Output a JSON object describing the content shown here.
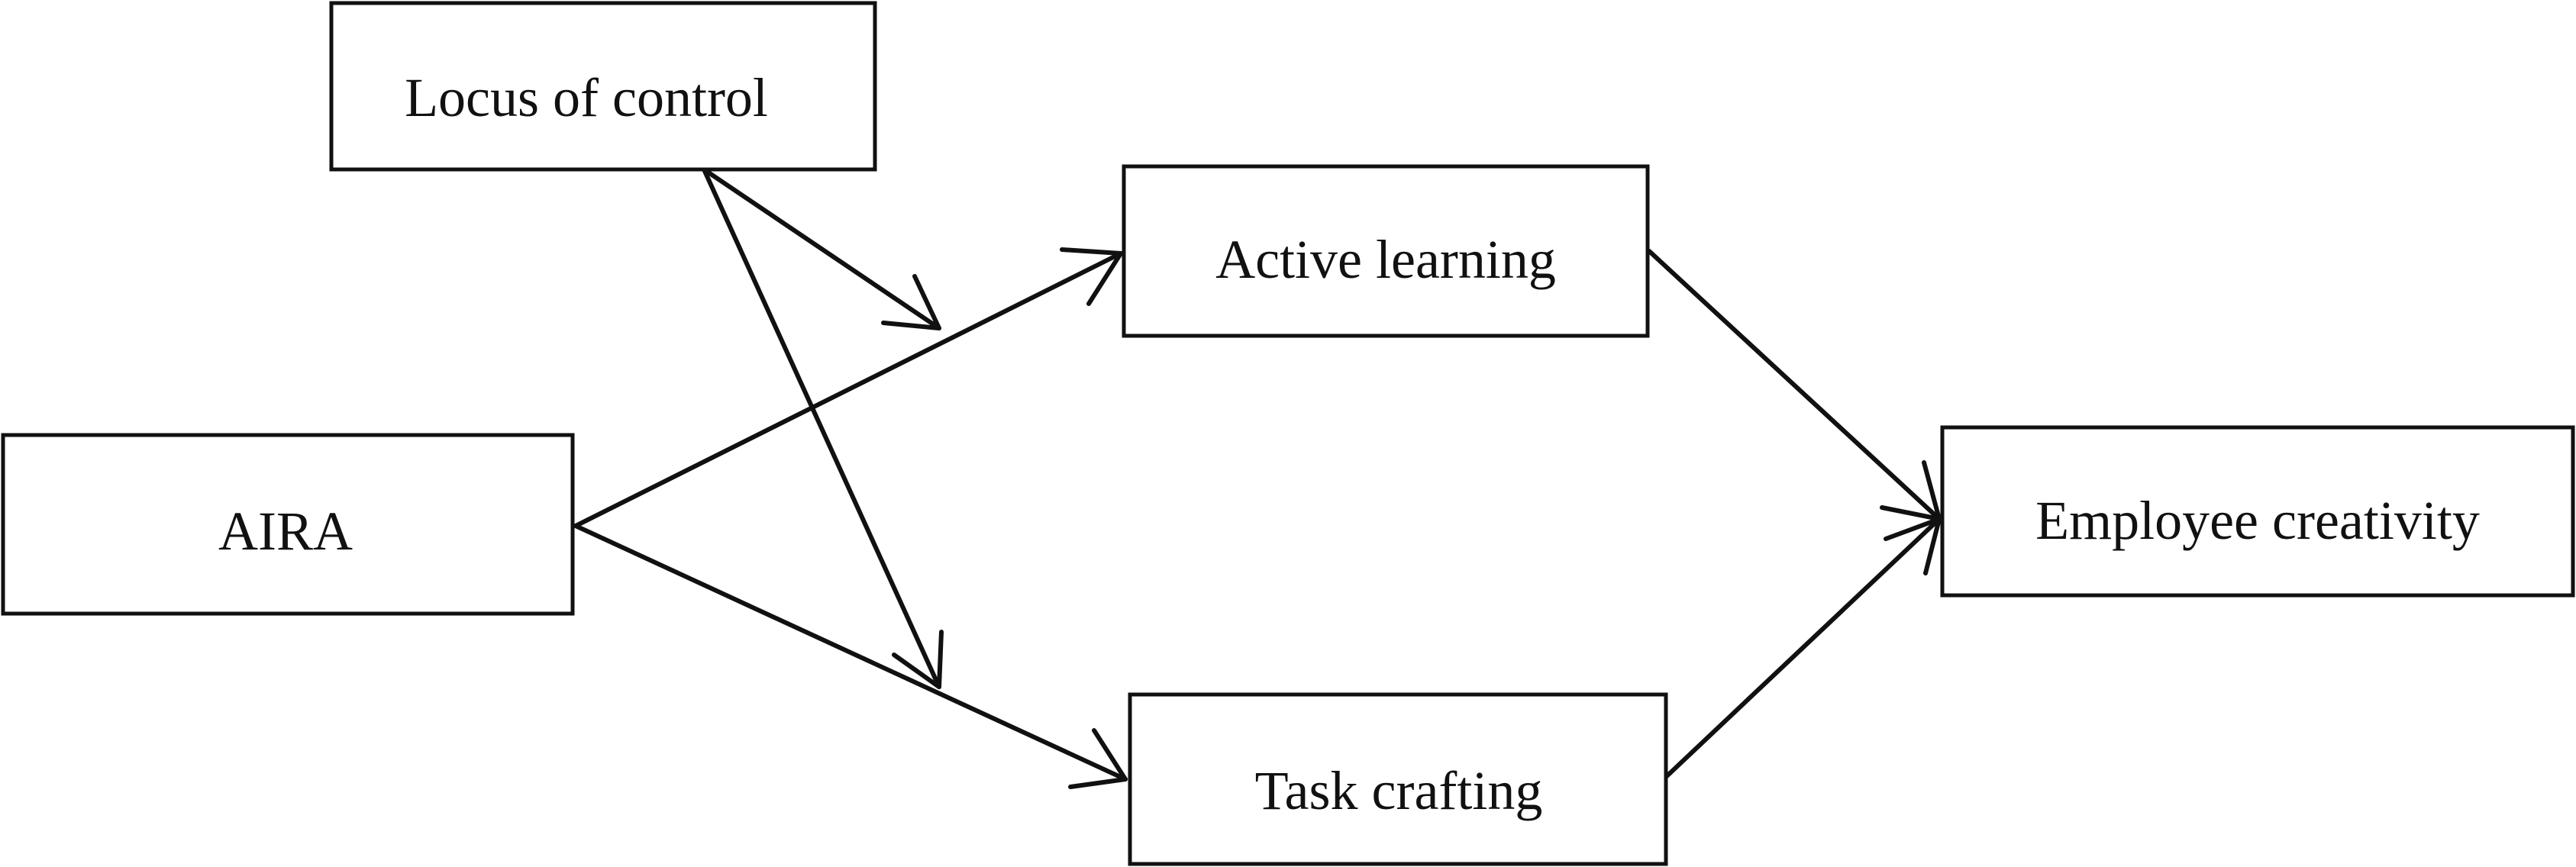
{
  "diagram": {
    "nodes": [
      {
        "id": "locus",
        "label": "Locus of control"
      },
      {
        "id": "aira",
        "label": "AIRA"
      },
      {
        "id": "active",
        "label": "Active learning"
      },
      {
        "id": "task",
        "label": "Task crafting"
      },
      {
        "id": "creativity",
        "label": "Employee creativity"
      }
    ],
    "edges": [
      {
        "from": "aira",
        "to": "active"
      },
      {
        "from": "aira",
        "to": "task"
      },
      {
        "from": "active",
        "to": "creativity"
      },
      {
        "from": "task",
        "to": "creativity"
      },
      {
        "from": "locus",
        "to": "aira-active-path"
      },
      {
        "from": "locus",
        "to": "aira-task-path"
      }
    ],
    "colors": {
      "stroke": "#111111",
      "background": "#ffffff"
    }
  }
}
